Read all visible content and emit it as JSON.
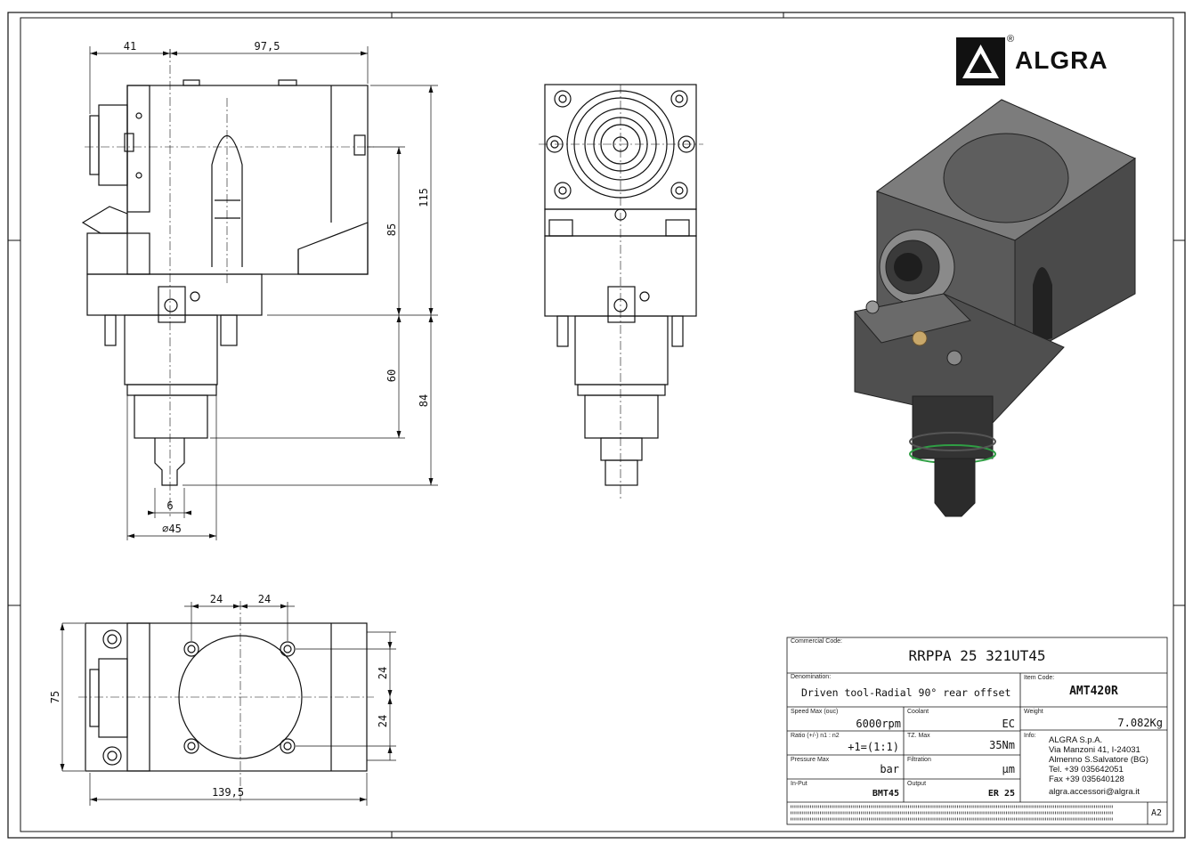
{
  "brand": {
    "name": "ALGRA",
    "registered": "®"
  },
  "dimensions": {
    "side_top_left": "41",
    "side_top_right": "97,5",
    "side_115": "115",
    "side_85": "85",
    "side_60": "60",
    "side_84": "84",
    "side_6": "6",
    "side_dia45": "∅45",
    "bottom_24_left": "24",
    "bottom_24_right": "24",
    "bottom_24_upper": "24",
    "bottom_24_lower": "24",
    "bottom_75": "75",
    "bottom_139_5": "139,5"
  },
  "title_block": {
    "commercial_code_label": "Commercial Code:",
    "commercial_code": "RRPPA 25 321UT45",
    "denomination_label": "Denomination:",
    "denomination": "Driven tool-Radial 90° rear offset",
    "item_code_label": "Item Code:",
    "item_code": "AMT420R",
    "speed_label": "Speed Max (ouc)",
    "speed_value": "6000",
    "speed_unit": "rpm",
    "coolant_label": "Coolant",
    "coolant_value": "EC",
    "weight_label": "Weight",
    "weight_value": "7.082Kg",
    "ratio_label": "Ratio (+/-) n1 : n2",
    "ratio_value": "+1=(1:1)",
    "torque_label": "TZ. Max",
    "torque_value": "35",
    "torque_unit": "Nm",
    "info_label": "Info:",
    "info_company": "ALGRA S.p.A.",
    "info_address1": "Via Manzoni 41, I-24031",
    "info_address2": "Almenno S.Salvatore (BG)",
    "info_tel": "Tel. +39 035642051",
    "info_fax": "Fax +39 035640128",
    "info_email": "algra.accessori@algra.it",
    "pressure_label": "Pressure Max",
    "pressure_unit": "bar",
    "filtration_label": "Filtration",
    "filtration_unit": "µm",
    "input_label": "In-Put",
    "input_value": "BMT45",
    "output_label": "Output",
    "output_value": "ER 25",
    "sheet_size": "A2"
  }
}
